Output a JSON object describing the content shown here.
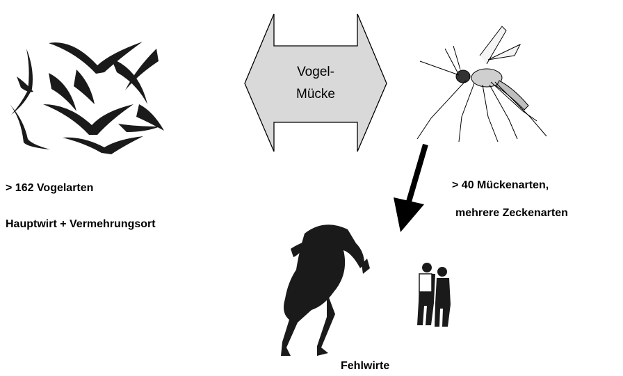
{
  "vector_arrow": {
    "line1": "Vogel-",
    "line2": "Mücke"
  },
  "birds": {
    "line1": "> 162 Vogelarten",
    "line2": "Hauptwirt + Vermehrungsort"
  },
  "vectors": {
    "line1": "> 40 Mückenarten,",
    "line2": "mehrere Zeckenarten"
  },
  "dead_end_hosts": {
    "label": "Fehlwirte"
  },
  "colors": {
    "arrow_fill": "#d9d9d9",
    "stroke": "#000000",
    "silhouette": "#1a1a1a"
  }
}
